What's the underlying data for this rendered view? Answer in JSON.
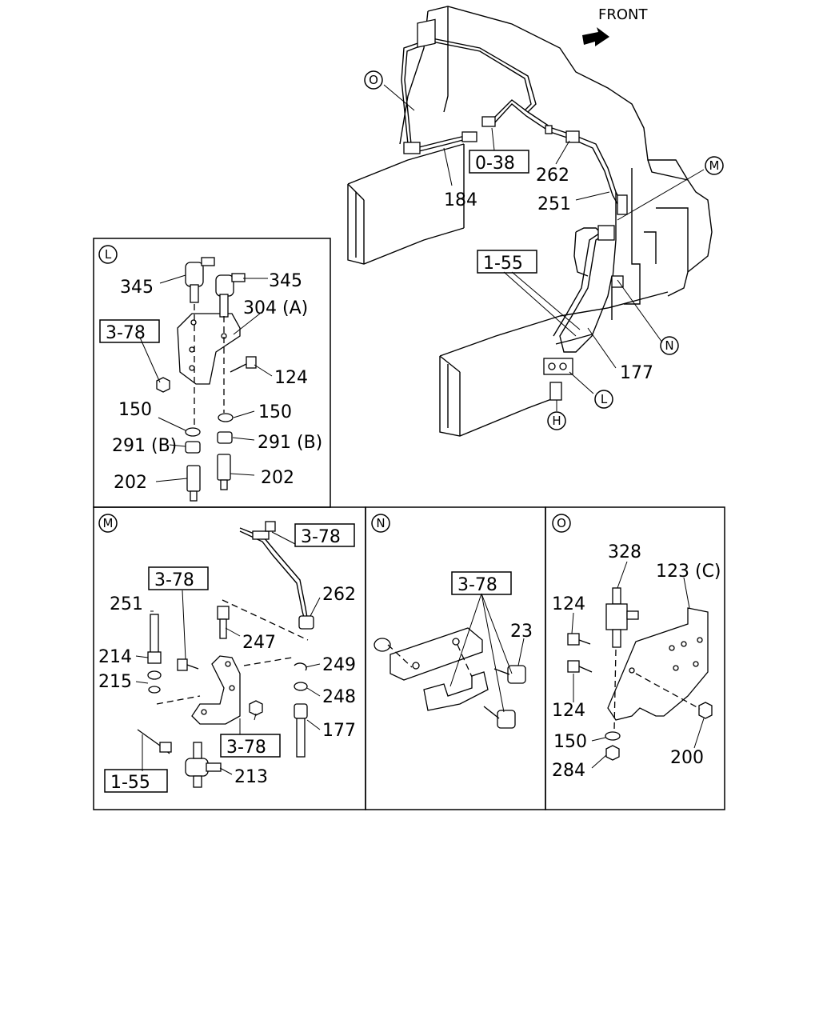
{
  "header": {
    "front_label": "FRONT"
  },
  "main": {
    "callouts": [
      "O",
      "M",
      "N",
      "L",
      "H"
    ],
    "refs": {
      "r038": "0-38",
      "r155": "1-55"
    },
    "parts": {
      "p184": "184",
      "p262": "262",
      "p251": "251",
      "p177": "177"
    }
  },
  "panel_L": {
    "circle": "L",
    "ref": "3-78",
    "labels": {
      "a345": "345",
      "b345": "345",
      "p304": "304 (A)",
      "p124": "124",
      "a150": "150",
      "b150": "150",
      "a291": "291 (B)",
      "b291": "291 (B)",
      "a202": "202",
      "b202": "202"
    }
  },
  "panel_M": {
    "circle": "M",
    "refs": {
      "a": "3-78",
      "b": "3-78",
      "c": "3-78",
      "d": "1-55"
    },
    "labels": {
      "p262": "262",
      "p251": "251",
      "p247": "247",
      "p249": "249",
      "p214": "214",
      "p215": "215",
      "p248": "248",
      "p177": "177",
      "p213": "213"
    }
  },
  "panel_N": {
    "circle": "N",
    "ref": "3-78",
    "labels": {
      "p23": "23"
    }
  },
  "panel_O": {
    "circle": "O",
    "labels": {
      "p328": "328",
      "p123": "123 (C)",
      "a124": "124",
      "b124": "124",
      "p150": "150",
      "p284": "284",
      "p200": "200"
    }
  }
}
